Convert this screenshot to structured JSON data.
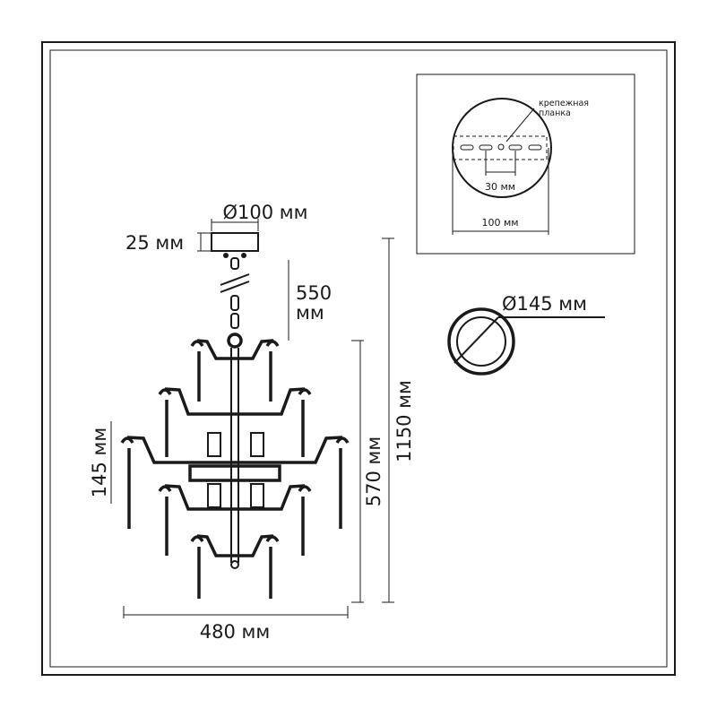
{
  "dimensions": {
    "canopy_diameter": "Ø100 мм",
    "canopy_height": "25 мм",
    "chain_length_value": "550",
    "chain_length_unit": "мм",
    "tier_height": "145 мм",
    "body_height": "570 мм",
    "total_height": "1150 мм",
    "width": "480 мм"
  },
  "inset": {
    "bracket_label_line1": "крепежная",
    "bracket_label_line2": "планка",
    "hole_spacing": "30 мм",
    "canopy_width": "100 мм"
  },
  "cutout": {
    "diameter": "Ø145 мм"
  },
  "colors": {
    "line": "#1a1a1a",
    "background": "#ffffff"
  }
}
